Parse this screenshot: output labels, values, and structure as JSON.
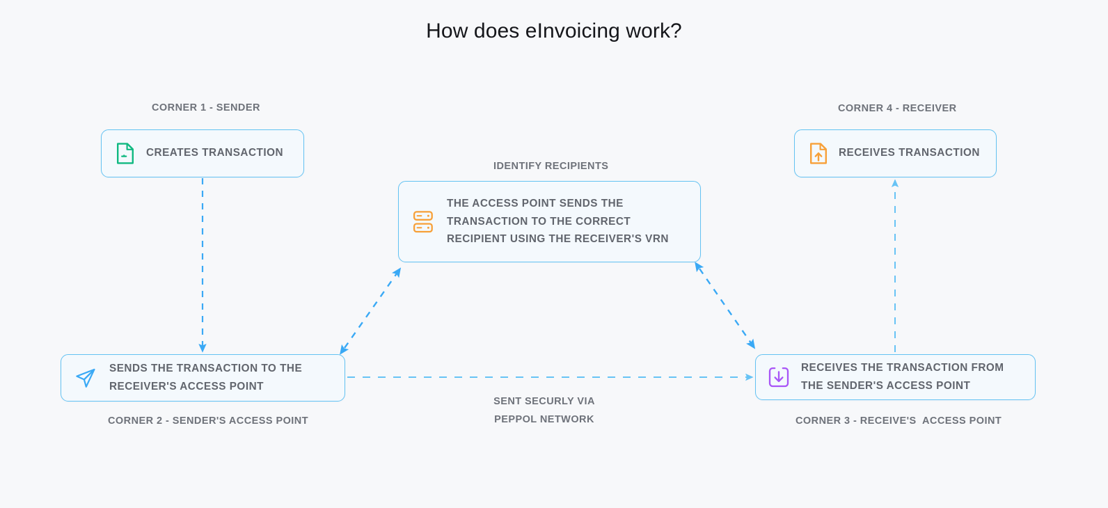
{
  "page": {
    "title": "How does eInvoicing work?",
    "background_color": "#f7f8fa",
    "accent_color": "#3aa9f5",
    "node_border_color": "#63c2f2",
    "node_fill_color": "#f4f9fd",
    "label_color": "#6e727a"
  },
  "labels": {
    "corner1": "CORNER 1 - SENDER",
    "corner4": "CORNER 4 - RECEIVER",
    "identify": "IDENTIFY RECIPIENTS",
    "corner2": "CORNER 2 - SENDER'S ACCESS POINT",
    "corner3": "CORNER 3 - RECEIVE'S  ACCESS POINT"
  },
  "nodes": {
    "sender": {
      "text": "CREATES TRANSACTION",
      "icon": "document-add-icon",
      "icon_color": "#10b981"
    },
    "receiver": {
      "text": "RECEIVES TRANSACTION",
      "icon": "document-upload-icon",
      "icon_color": "#f7a038"
    },
    "access_point": {
      "text": "THE ACCESS POINT SENDS THE\nTRANSACTION TO THE CORRECT\nRECIPIENT USING THE RECEIVER'S VRN",
      "icon": "server-icon",
      "icon_color": "#f7a038"
    },
    "sender_access_point": {
      "text": "SENDS THE TRANSACTION TO THE\nRECEIVER'S ACCESS POINT",
      "icon": "send-icon",
      "icon_color": "#3aa9f5"
    },
    "receiver_access_point": {
      "text": "RECEIVES THE TRANSACTION FROM\nTHE SENDER'S ACCESS POINT",
      "icon": "download-box-icon",
      "icon_color": "#a855f7"
    }
  },
  "connector_note": {
    "line1": "SENT SECURLY VIA",
    "line2": "PEPPOL NETWORK"
  },
  "connectors": [
    {
      "name": "sender-to-sender-access-point",
      "from": "sender",
      "to": "sender_access_point",
      "style": "dashed",
      "arrow": "single-down"
    },
    {
      "name": "sender-access-point-to-access-point",
      "from": "sender_access_point",
      "to": "access_point",
      "style": "dashed",
      "arrow": "double"
    },
    {
      "name": "access-point-to-receiver-access-point",
      "from": "access_point",
      "to": "receiver_access_point",
      "style": "dashed",
      "arrow": "double"
    },
    {
      "name": "sender-access-point-to-receiver-access-point",
      "from": "sender_access_point",
      "to": "receiver_access_point",
      "style": "dashed",
      "arrow": "single-right"
    },
    {
      "name": "receiver-access-point-to-receiver",
      "from": "receiver_access_point",
      "to": "receiver",
      "style": "dashed",
      "arrow": "single-up"
    }
  ]
}
